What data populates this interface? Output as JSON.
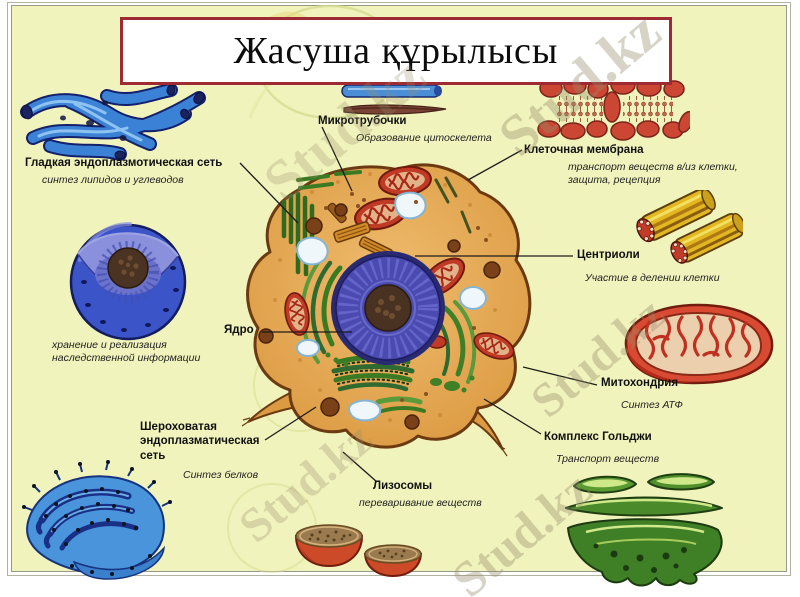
{
  "title": "Жасуша құрылысы",
  "watermark": {
    "text": "Stud.kz"
  },
  "labels": {
    "smooth_er": {
      "name": "Гладкая эндоплазмотическая сеть",
      "desc": "синтез липидов и углеводов"
    },
    "microtubules": {
      "name": "Микротрубочки",
      "desc": "Образование цитоскелета"
    },
    "membrane": {
      "name": "Клеточная мембрана",
      "desc": "транспорт веществ в/из клетки,\nзащита, рецепция"
    },
    "centrioles": {
      "name": "Центриоли",
      "desc": "Участие в делении клетки"
    },
    "mitochondria": {
      "name": "Митохондрия",
      "desc": "Синтез АТФ"
    },
    "golgi": {
      "name": "Комплекс Гольджи",
      "desc": "Транспорт веществ"
    },
    "nucleus": {
      "name": "Ядро",
      "desc": "хранение и реализация\nнаследственной информации"
    },
    "rough_er": {
      "name": "Шероховатая\nэндоплазматическая\nсеть",
      "desc": "Синтез белков"
    },
    "lysosomes": {
      "name": "Лизосомы",
      "desc": "переваривание веществ"
    }
  },
  "colors": {
    "background": "#f1f3bc",
    "title_border": "#9e2b33",
    "cell_body": "#e2a14e",
    "nucleus_blue": "#4a4ab0",
    "mitochondria_red": "#c03a26",
    "golgi_green": "#3f7f26",
    "er_blue": "#3b82d6",
    "centriole_yellow": "#e2b722"
  }
}
